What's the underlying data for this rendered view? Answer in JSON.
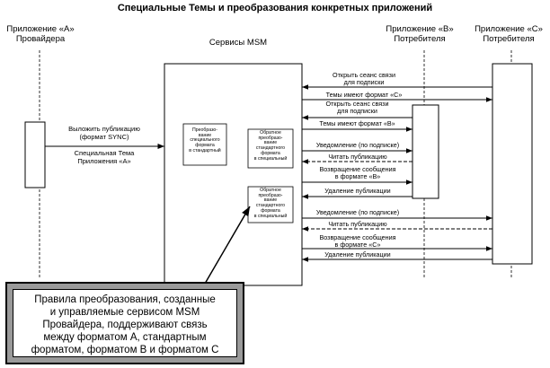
{
  "title": "Специальные Темы и преобразования конкретных приложений",
  "participants": {
    "a": "Приложение «А»\nПровайдера",
    "msm": "Сервисы MSM",
    "b": "Приложение «В»\nПотребителя",
    "c": "Приложение «С»\nПотребителя"
  },
  "a_messages": {
    "publish": "Выложить публикацию\n(формат SYNC)",
    "topic": "Специальная Тема\nПриложения «А»"
  },
  "inner_boxes": {
    "box1": "Преобразо-\nвание\nспециального\nформата\nв стандартный",
    "box2": "Обратное\nпреобразо-\nвание\nстандартного\nформата\nв специальный",
    "box3": "Обратное\nпреобразо-\nвание\nстандартного\nформата\nв специальный"
  },
  "messages": {
    "m1": "Открыть сеанс связи\nдля подписки",
    "m2": "Темы имеют формат «С»",
    "m3": "Открыть сеанс связи\nдля подписки",
    "m4": "Темы имеют формат «В»",
    "m5": "Уведомление (по подписке)",
    "m6": "Читать публикацию",
    "m7": "Возвращение сообщения\nв формате «В»",
    "m8": "Удаление публикации",
    "m9": "Уведомление (по подписке)",
    "m10": "Читать публикацию",
    "m11": "Возвращение сообщения\nв формате «С»",
    "m12": "Удаление публикации"
  },
  "callout": "Правила преобразования, созданные\nи управляемые сервисом MSM\nПровайдера, поддерживают связь\nмежду форматом А, стандартным\nформатом, форматом В и форматом С"
}
